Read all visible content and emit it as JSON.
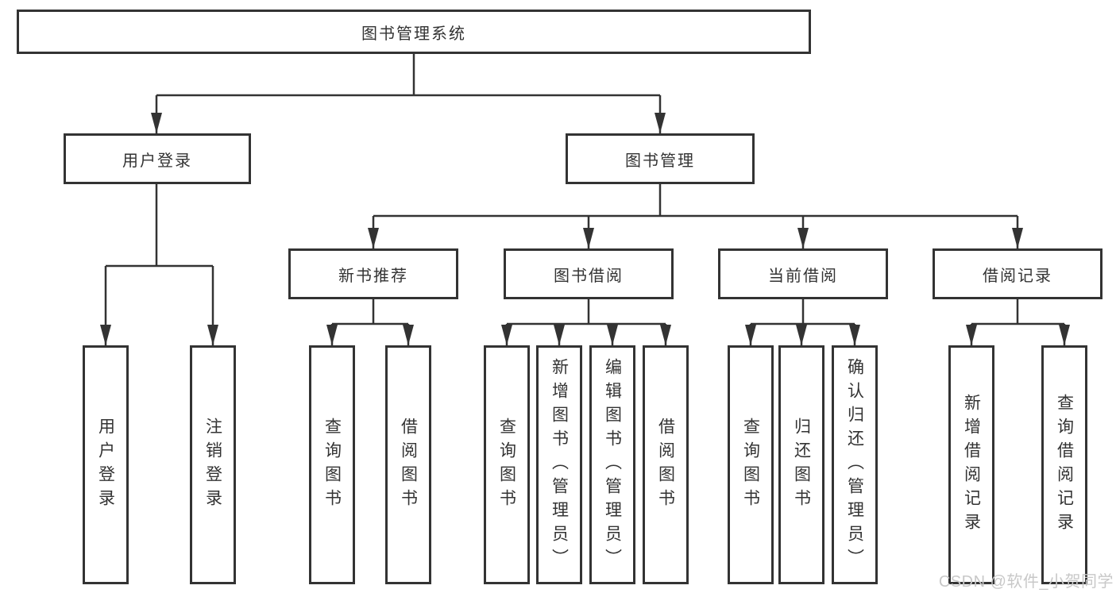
{
  "diagram": {
    "title_node": "图书管理系统",
    "level2": [
      "用户登录",
      "图书管理"
    ],
    "level3": [
      "新书推荐",
      "图书借阅",
      "当前借阅",
      "借阅记录"
    ],
    "leaves_user": [
      "用户登录",
      "注销登录"
    ],
    "leaves_newbook": [
      "查询图书",
      "借阅图书"
    ],
    "leaves_borrow": [
      "查询图书",
      "新增图书（管理员）",
      "编辑图书（管理员）",
      "借阅图书"
    ],
    "leaves_current": [
      "查询图书",
      "归还图书",
      "确认归还（管理员）"
    ],
    "leaves_records": [
      "新增借阅记录",
      "查询借阅记录"
    ]
  },
  "watermark": {
    "text": "CSDN @软件_小贺同学"
  },
  "colors": {
    "line": "#333333",
    "text": "#333333",
    "box_background": "#ffffff",
    "watermark": "#c8c8c8",
    "background": "#ffffff"
  }
}
